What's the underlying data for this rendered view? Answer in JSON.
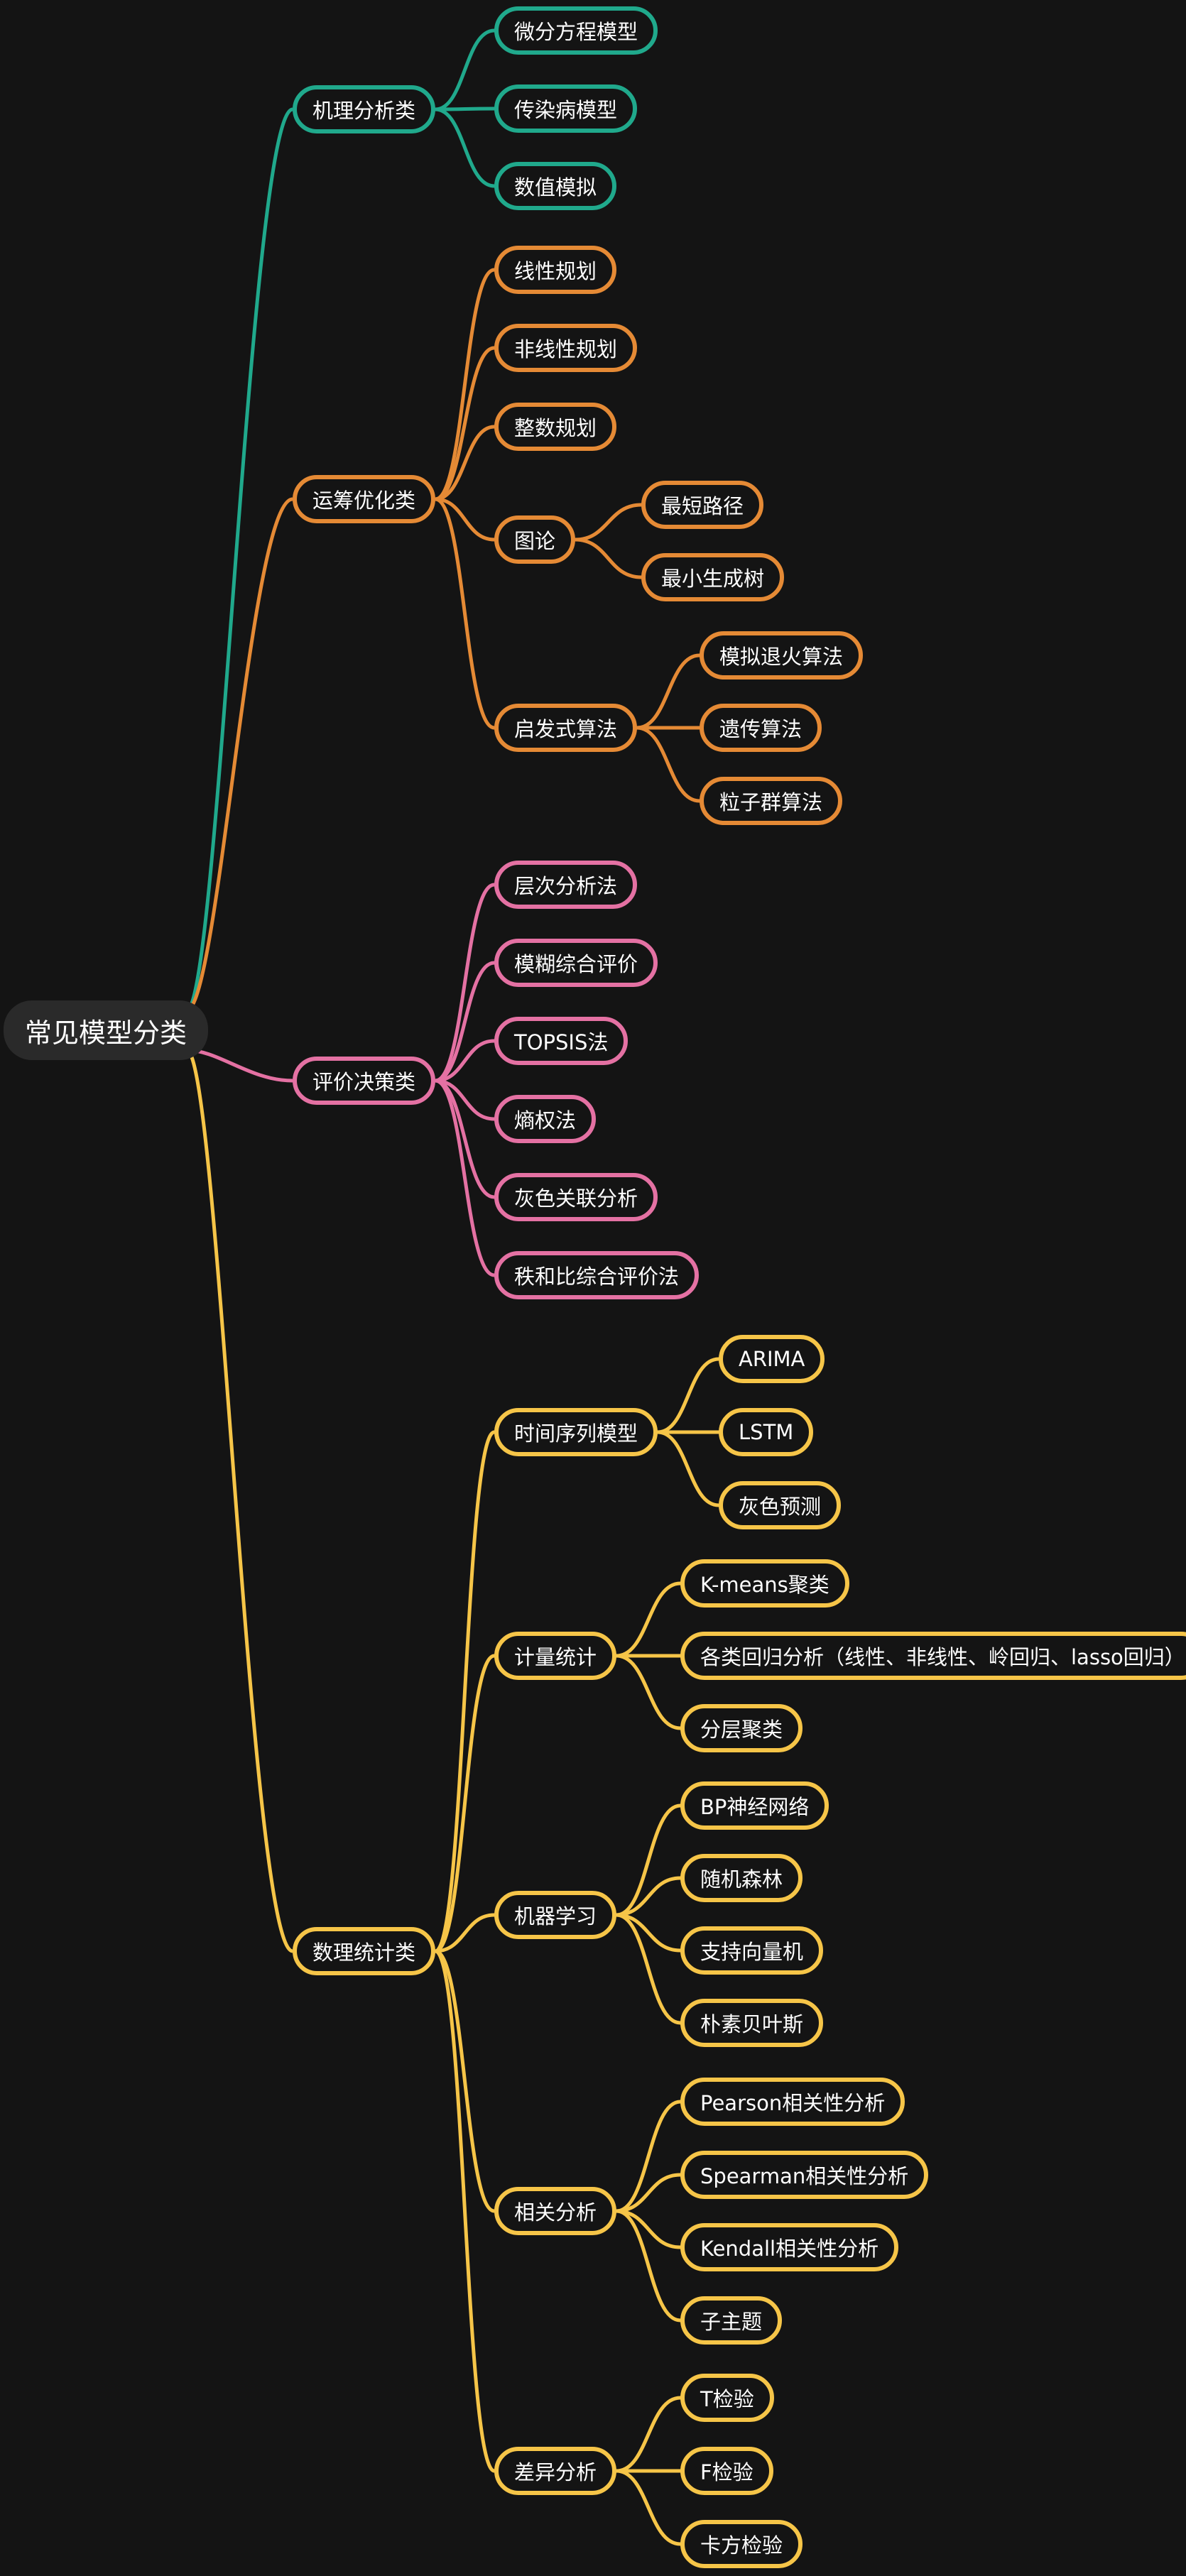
{
  "mindmap": {
    "root": "常见模型分类",
    "branches": [
      {
        "label": "机理分析类",
        "color": "#20a98c",
        "children": [
          {
            "label": "微分方程模型"
          },
          {
            "label": "传染病模型"
          },
          {
            "label": "数值模拟"
          }
        ]
      },
      {
        "label": "运筹优化类",
        "color": "#e58a35",
        "children": [
          {
            "label": "线性规划"
          },
          {
            "label": "非线性规划"
          },
          {
            "label": "整数规划"
          },
          {
            "label": "图论",
            "children": [
              {
                "label": "最短路径"
              },
              {
                "label": "最小生成树"
              }
            ]
          },
          {
            "label": "启发式算法",
            "children": [
              {
                "label": "模拟退火算法"
              },
              {
                "label": "遗传算法"
              },
              {
                "label": "粒子群算法"
              }
            ]
          }
        ]
      },
      {
        "label": "评价决策类",
        "color": "#e471a3",
        "children": [
          {
            "label": "层次分析法"
          },
          {
            "label": "模糊综合评价"
          },
          {
            "label": "TOPSIS法"
          },
          {
            "label": "熵权法"
          },
          {
            "label": "灰色关联分析"
          },
          {
            "label": "秩和比综合评价法"
          }
        ]
      },
      {
        "label": "数理统计类",
        "color": "#f6c548",
        "children": [
          {
            "label": "时间序列模型",
            "children": [
              {
                "label": "ARIMA"
              },
              {
                "label": "LSTM"
              },
              {
                "label": "灰色预测"
              }
            ]
          },
          {
            "label": "计量统计",
            "children": [
              {
                "label": "K-means聚类"
              },
              {
                "label": "各类回归分析（线性、非线性、岭回归、lasso回归）"
              },
              {
                "label": "分层聚类"
              }
            ]
          },
          {
            "label": "机器学习",
            "children": [
              {
                "label": "BP神经网络"
              },
              {
                "label": "随机森林"
              },
              {
                "label": "支持向量机"
              },
              {
                "label": "朴素贝叶斯"
              }
            ]
          },
          {
            "label": "相关分析",
            "children": [
              {
                "label": "Pearson相关性分析"
              },
              {
                "label": "Spearman相关性分析"
              },
              {
                "label": "Kendall相关性分析"
              },
              {
                "label": "子主题"
              }
            ]
          },
          {
            "label": "差异分析",
            "children": [
              {
                "label": "T检验"
              },
              {
                "label": "F检验"
              },
              {
                "label": "卡方检验"
              }
            ]
          }
        ]
      }
    ]
  }
}
